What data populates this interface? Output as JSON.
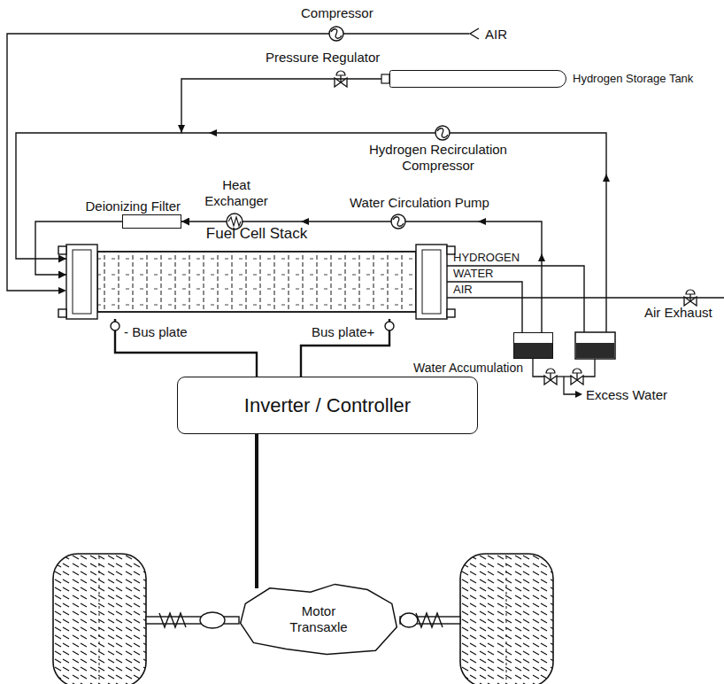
{
  "diagram": {
    "nodes": [
      {
        "text": [
          "Fuel Cell Stack"
        ]
      },
      {
        "text": [
          "Deionizing Filter"
        ]
      },
      {
        "text": [
          "Inverter / Controller"
        ]
      },
      {
        "text": [
          "Motor Transaxle"
        ]
      },
      {
        "text": [
          "Hydrogen Storage Tank"
        ]
      },
      {
        "text": [
          "Water Accumulation"
        ]
      }
    ],
    "edges": [
      {
        "from": 4,
        "to": 0,
        "arrow": "to"
      },
      {
        "from": 1,
        "to": 0,
        "arrow": "to"
      },
      {
        "from": 0,
        "to": 2,
        "arrow": "none"
      },
      {
        "from": 0,
        "to": 2,
        "arrow": "none"
      },
      {
        "from": 0,
        "to": 5,
        "arrow": "none"
      },
      {
        "from": 5,
        "to": 1,
        "arrow": "to"
      },
      {
        "from": 2,
        "to": 3,
        "arrow": "none"
      }
    ],
    "labels": [
      "Compressor",
      "AIR",
      "Pressure Regulator",
      "Hydrogen Recirculation Compressor",
      "Heat Exchanger",
      "Water Circulation Pump",
      "HYDROGEN",
      "WATER",
      "AIR",
      "Air Exhaust",
      "- Bus plate",
      "Bus plate+",
      "Excess Water"
    ]
  }
}
